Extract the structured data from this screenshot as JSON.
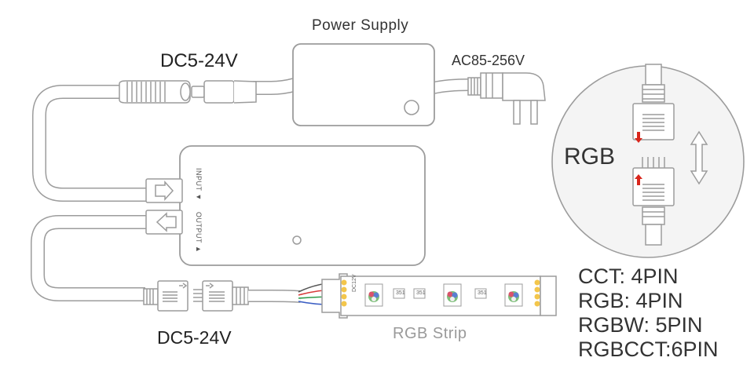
{
  "labels": {
    "power_supply": "Power Supply",
    "dc_input": "DC5-24V",
    "ac_input": "AC85-256V",
    "dc_output": "DC5-24V",
    "strip": "RGB Strip",
    "connector_type": "RGB",
    "port_input": "INPUT",
    "port_output": "OUTPUT",
    "strip_voltage": "DC12V",
    "chip_label": "351"
  },
  "pin_counts": [
    {
      "text": "CCT: 4PIN"
    },
    {
      "text": "RGB: 4PIN"
    },
    {
      "text": "RGBW: 5PIN"
    },
    {
      "text": "RGBCCT:6PIN"
    }
  ],
  "colors": {
    "outline": "#9c9c9c",
    "cable_fill": "#ffffff",
    "arrow_red": "#d9261c",
    "wire_red": "#d83a3a",
    "wire_green": "#2f9a4a",
    "wire_blue": "#3c5fc4",
    "pad_yellow": "#f3c64b",
    "circle_fill": "#f4f4f4"
  }
}
